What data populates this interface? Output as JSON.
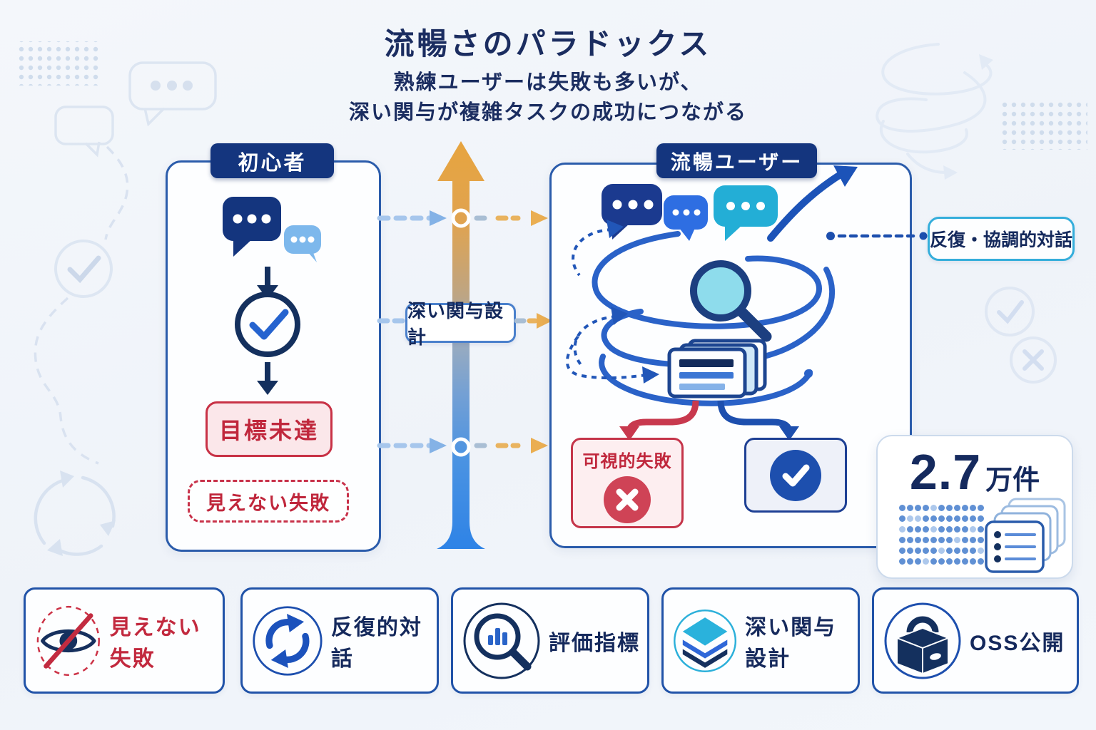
{
  "header": {
    "title": "流暢さのパラドックス",
    "subtitle_line1": "熟練ユーザーは失敗も多いが、",
    "subtitle_line2": "深い関与が複雑タスクの成功につながる"
  },
  "left_panel": {
    "header": "初心者",
    "goal_label": "目標未達",
    "invisible_failure_label": "見えない失敗",
    "icons": [
      "chat-bubbles-icon",
      "down-arrow-icon",
      "check-circle-icon",
      "down-arrow-icon"
    ]
  },
  "axis": {
    "label": "深い関与設計",
    "gradient_top_color": "#e7a43f",
    "gradient_bottom_color": "#2e83e6"
  },
  "right_panel": {
    "header": "流暢ユーザー",
    "visible_failure_label": "可視的失敗",
    "icons": [
      "chat-bubbles-icon",
      "spiral-arrow-icon",
      "magnifier-icon",
      "loop-arrows-icon",
      "documents-icon",
      "error-x-icon",
      "success-check-icon"
    ]
  },
  "side_label": {
    "text": "反復・協調的対話"
  },
  "stat_card": {
    "value": "2.7",
    "unit": "万件",
    "dot_rows": 6,
    "dot_cols": 11,
    "icons": [
      "dot-matrix",
      "stacked-cards-icon"
    ]
  },
  "legend": [
    {
      "label": "見えない失敗",
      "icon": "eye-slash-icon",
      "color": "#c2293e"
    },
    {
      "label": "反復的対話",
      "icon": "cycle-arrows-icon",
      "color": "#15295c"
    },
    {
      "label": "評価指標",
      "icon": "magnifier-chart-icon",
      "color": "#15295c"
    },
    {
      "label": "深い関与設計",
      "icon": "layers-icon",
      "color": "#15295c"
    },
    {
      "label": "OSS公開",
      "icon": "box-lock-icon",
      "color": "#15295c"
    }
  ],
  "colors": {
    "navy": "#15295c",
    "pill_navy": "#14357e",
    "blue": "#1d4fae",
    "light_blue": "#7db8ec",
    "teal": "#23aed6",
    "red": "#c2293e",
    "pink_bg": "#fbe7ea",
    "orange": "#e8a84a",
    "panel_border": "#2b5cab",
    "background": "#f2f5fa"
  }
}
